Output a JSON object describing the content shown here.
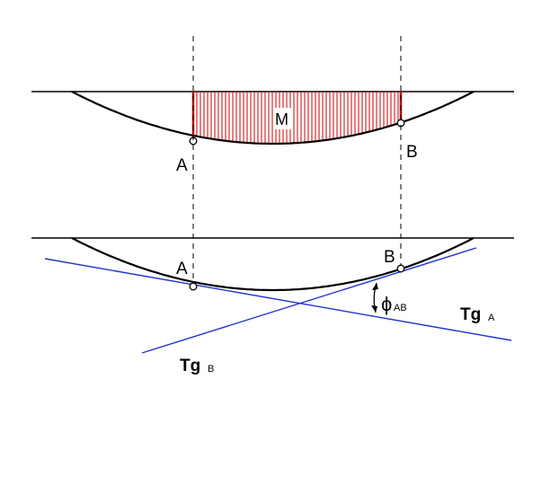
{
  "labels": {
    "M": "M",
    "A_top": "A",
    "B_top": "B",
    "A_bottom": "A",
    "B_bottom": "B",
    "phi": "ϕ",
    "phi_sub": "AB",
    "tg_a": "Tg",
    "tg_a_sub": "A",
    "tg_b": "Tg",
    "tg_b_sub": "B"
  },
  "colors": {
    "line": "#000000",
    "hatch": "#cc0000",
    "tangent": "#2233cc",
    "background": "#ffffff"
  }
}
